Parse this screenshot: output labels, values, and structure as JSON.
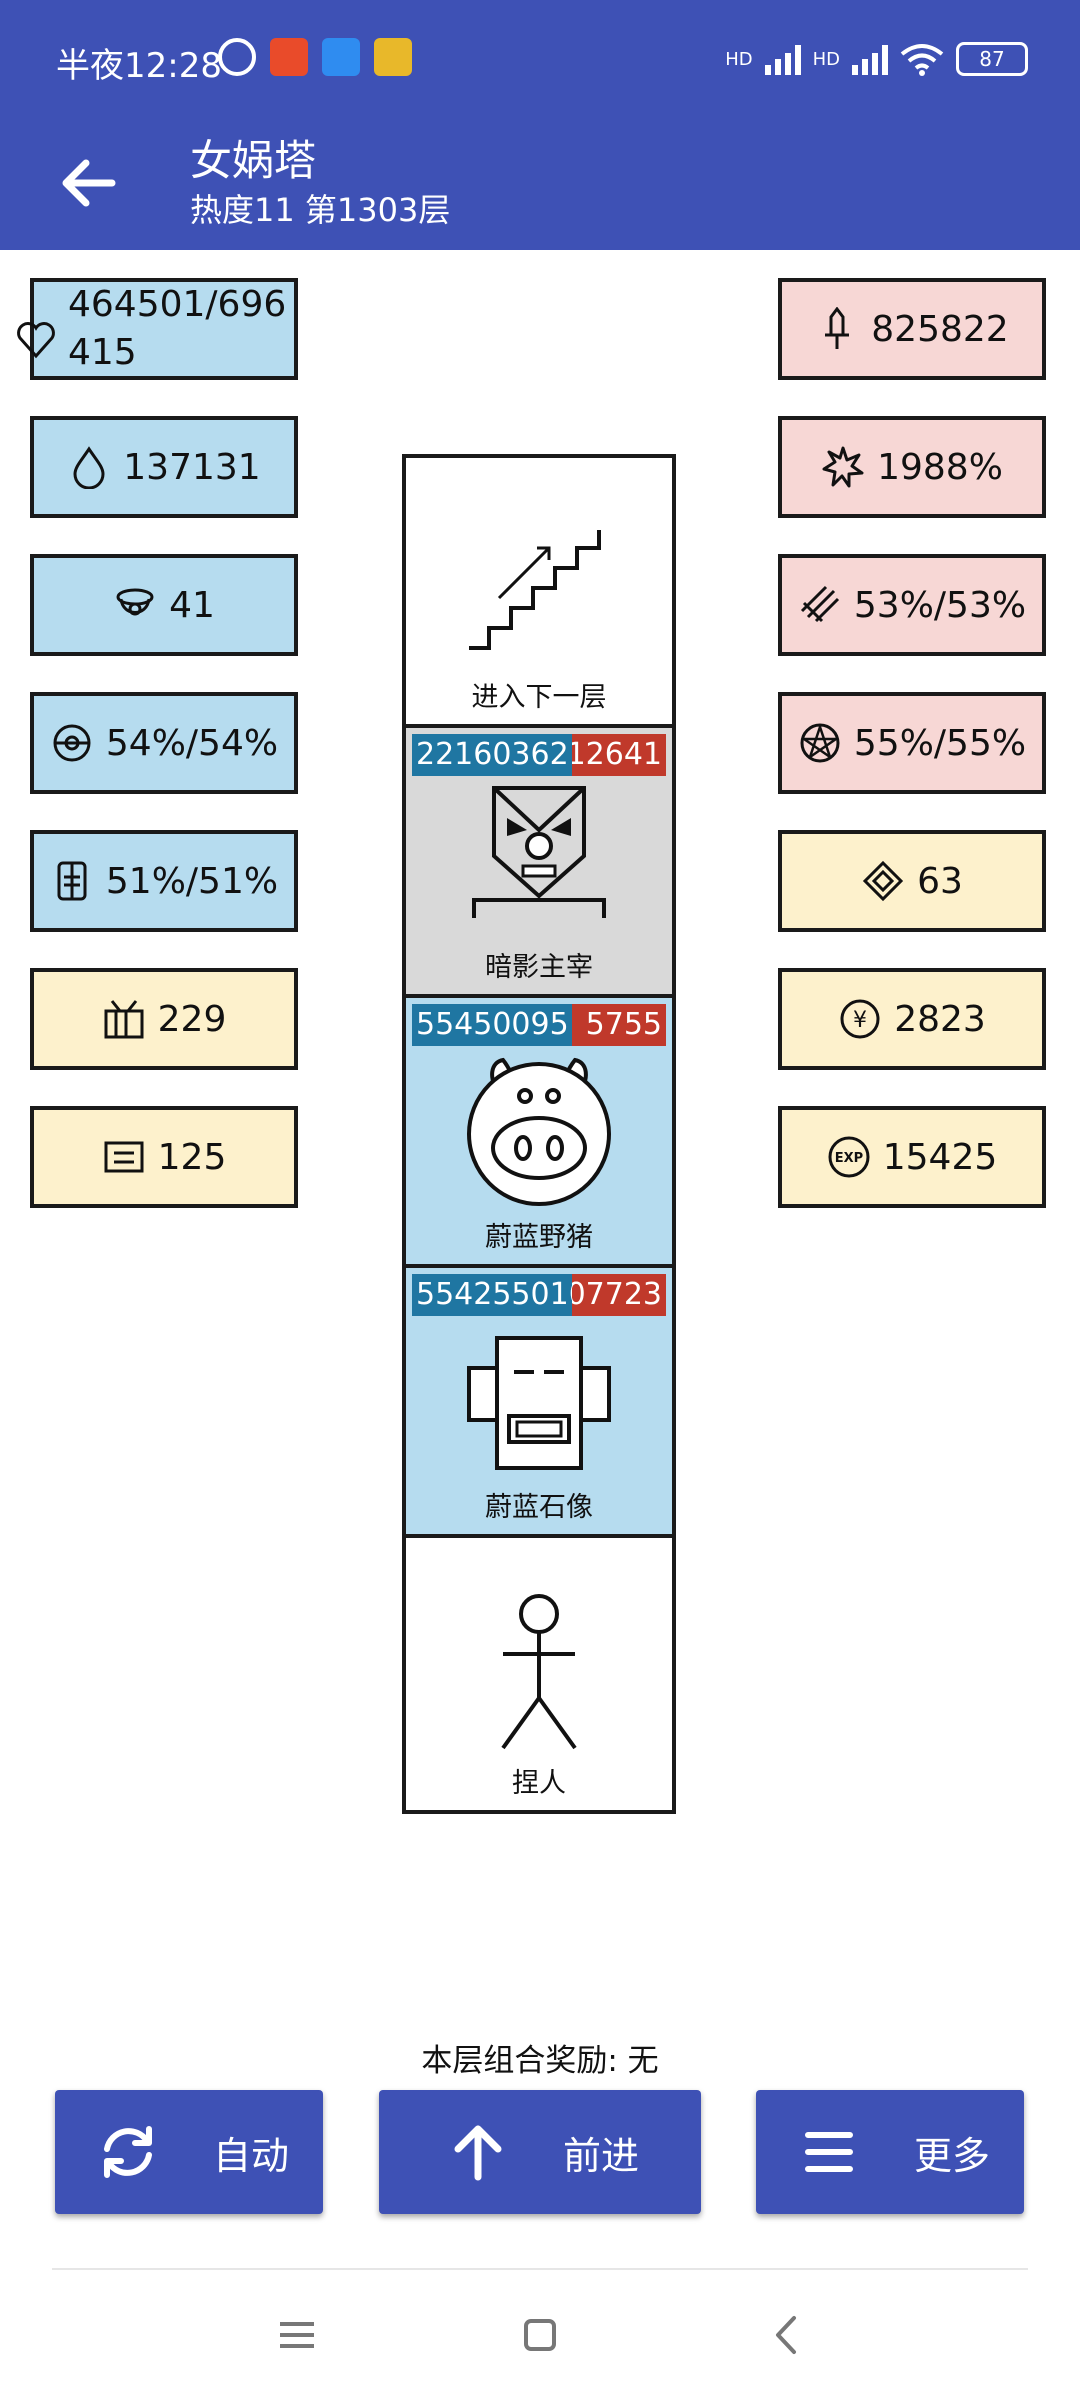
{
  "status_bar": {
    "time": "半夜12:28",
    "network1": "HD",
    "network2": "HD",
    "battery": "87"
  },
  "app_bar": {
    "title": "女娲塔",
    "subtitle": "热度11 第1303层"
  },
  "left_stats": [
    {
      "icon": "heart-icon",
      "value": "464501/696415"
    },
    {
      "icon": "drop-icon",
      "value": "137131"
    },
    {
      "icon": "helmet-icon",
      "value": "41"
    },
    {
      "icon": "shield-orb-icon",
      "value": "54%/54%"
    },
    {
      "icon": "armor-icon",
      "value": "51%/51%"
    },
    {
      "icon": "crate-icon",
      "value": "229"
    },
    {
      "icon": "scroll-icon",
      "value": "125"
    }
  ],
  "right_stats": [
    {
      "icon": "sword-icon",
      "value": "825822"
    },
    {
      "icon": "burst-icon",
      "value": "1988%"
    },
    {
      "icon": "slash-icon",
      "value": "53%/53%"
    },
    {
      "icon": "pentagram-icon",
      "value": "55%/55%"
    },
    {
      "icon": "diamond-icon",
      "value": "63"
    },
    {
      "icon": "yen-coin-icon",
      "value": "2823"
    },
    {
      "icon": "exp-icon",
      "value": "15425"
    }
  ],
  "tower": [
    {
      "name": "进入下一层",
      "icon": "stairs-icon"
    },
    {
      "name": "暗影主宰",
      "hp": "22160362",
      "atk": "12641",
      "icon": "shadow-mask-icon",
      "bg": "#d9d9d9"
    },
    {
      "name": "蔚蓝野猪",
      "hp": "55450095",
      "atk": "5755",
      "icon": "pig-icon",
      "bg": "#b6dcef"
    },
    {
      "name": "蔚蓝石像",
      "hp": "554255010",
      "atk": "07723",
      "icon": "statue-icon",
      "bg": "#b6dcef"
    },
    {
      "name": "捏人",
      "icon": "stick-figure-icon"
    }
  ],
  "reward_text": "本层组合奖励: 无",
  "buttons": {
    "auto": "自动",
    "forward": "前进",
    "more": "更多"
  },
  "colors": {
    "primary": "#3e51b5",
    "hp": "#1f76a2",
    "atk": "#c0392b"
  }
}
